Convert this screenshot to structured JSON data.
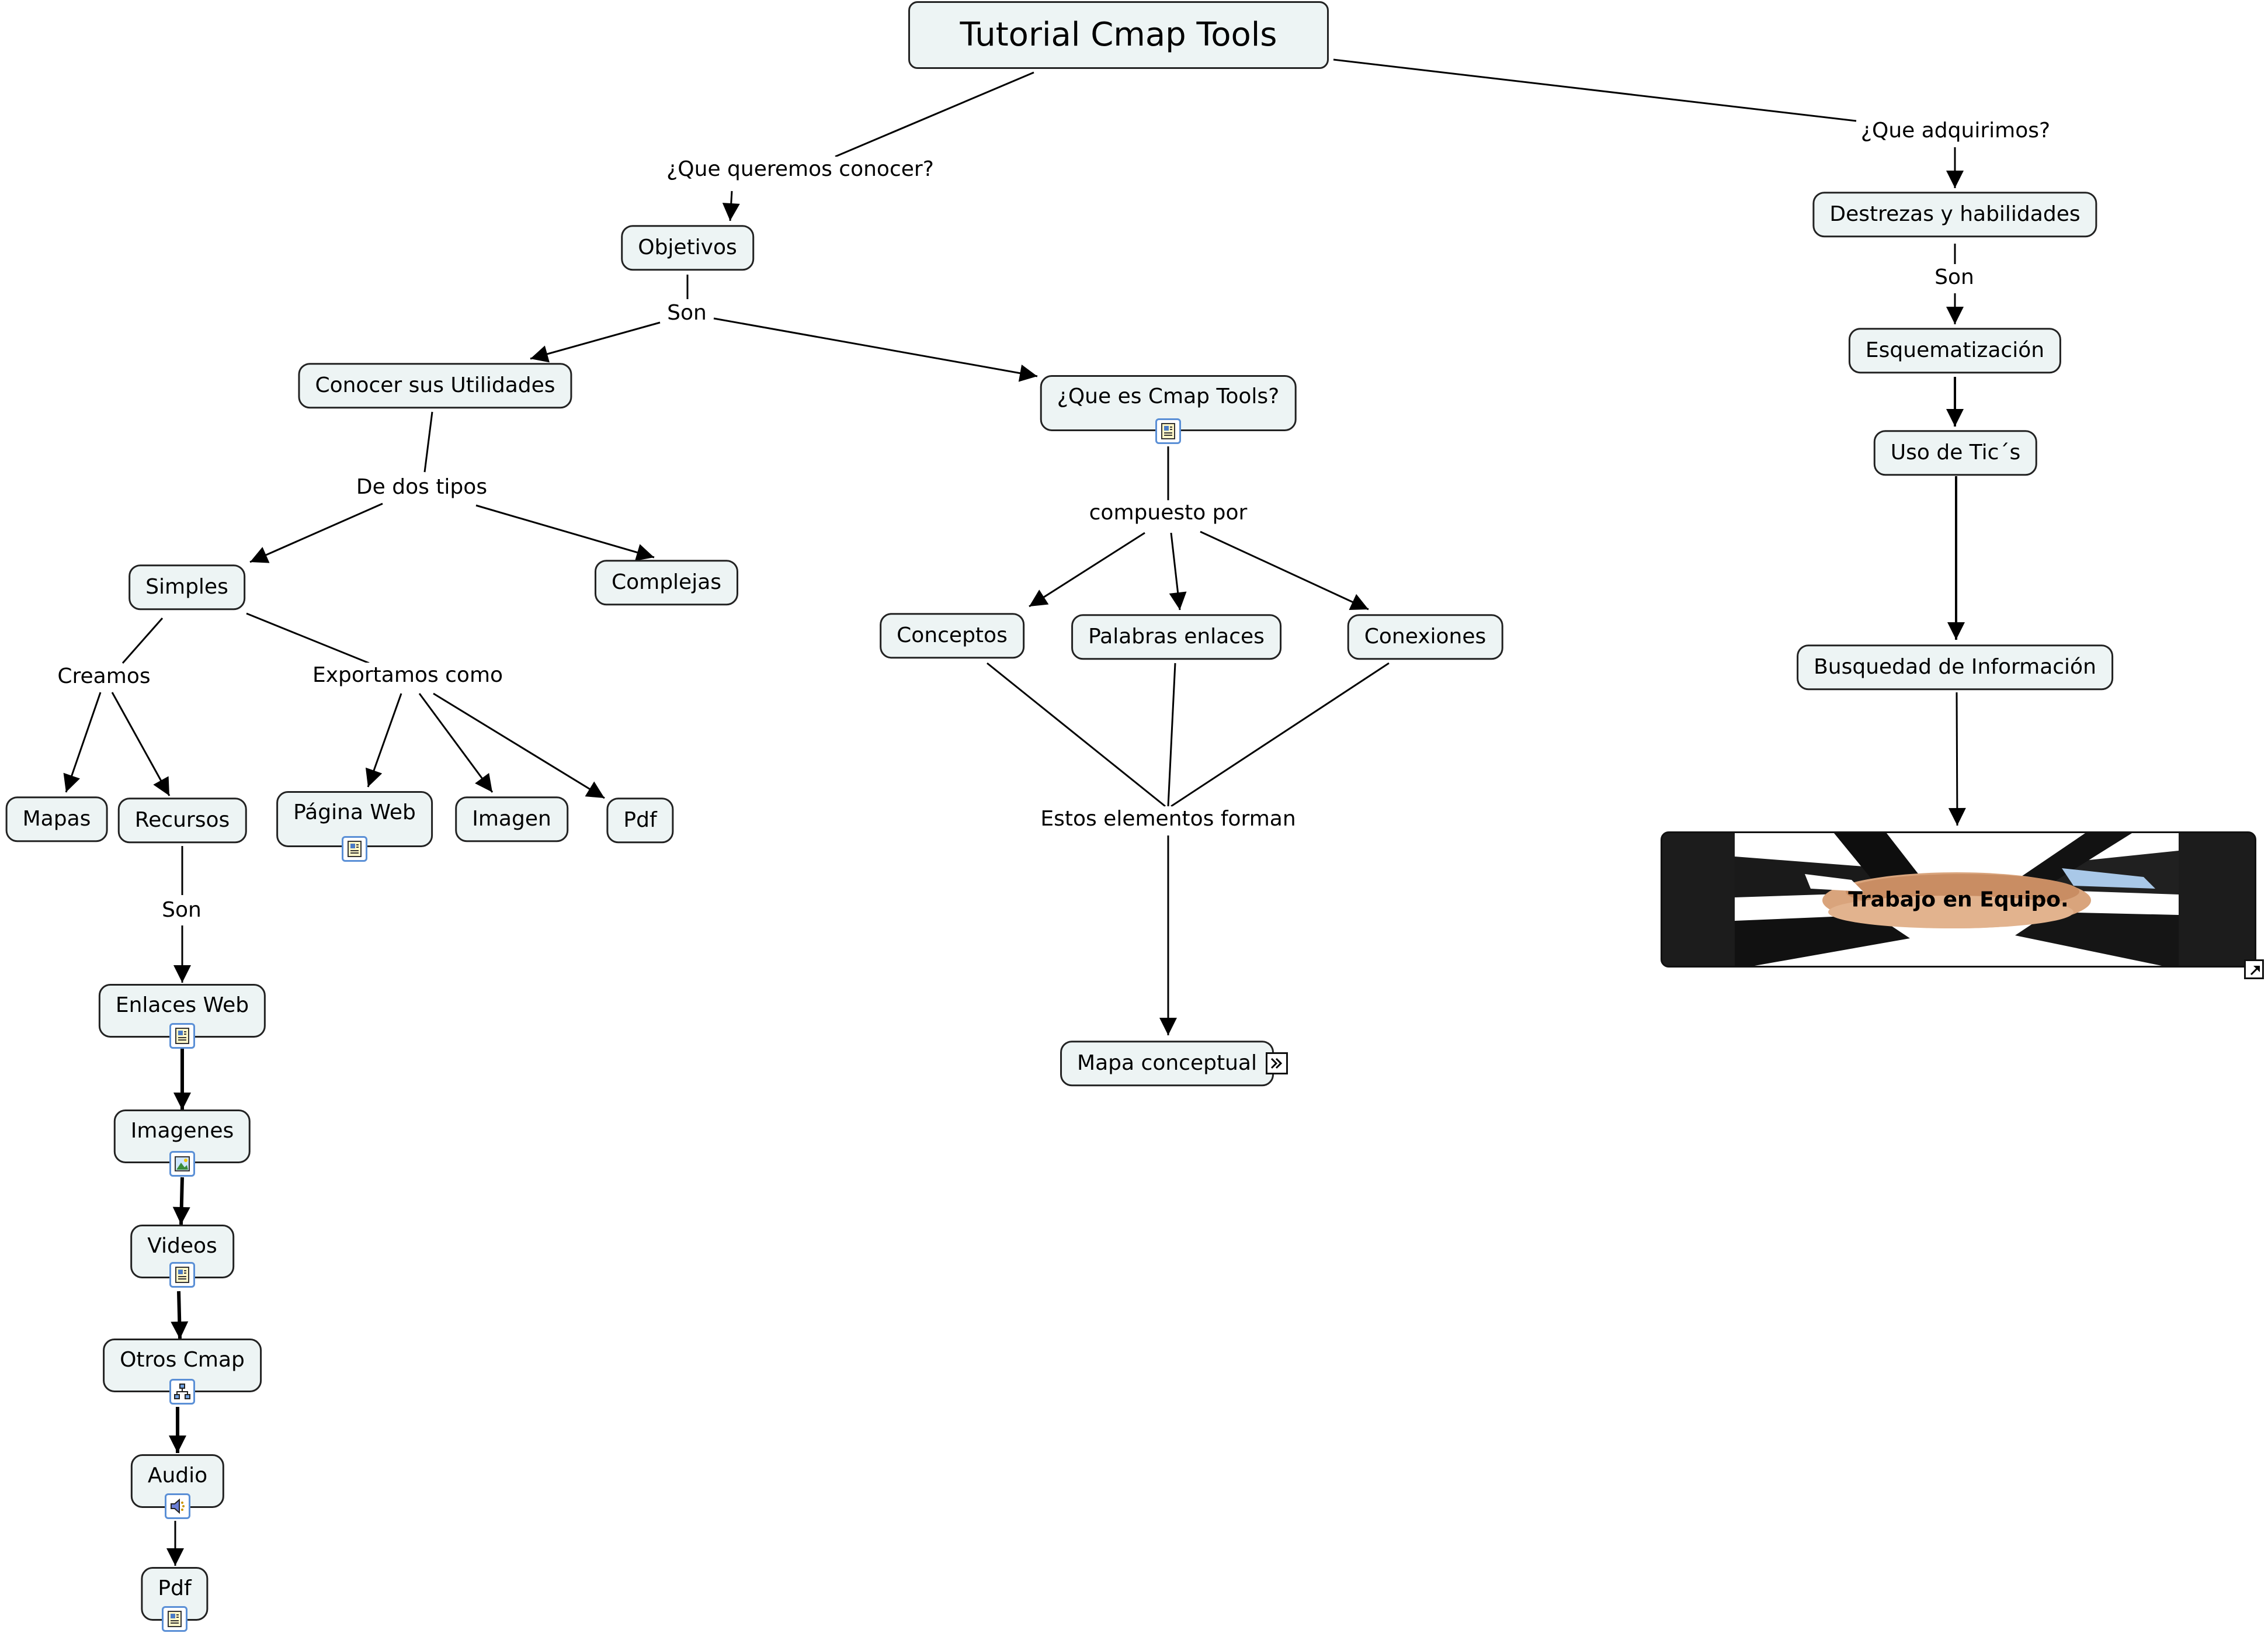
{
  "title": "Tutorial Cmap Tools",
  "concepts": {
    "objetivos": "Objetivos",
    "conocer_utilidades": "Conocer sus Utilidades",
    "que_es_cmap": "¿Que es Cmap Tools?",
    "simples": "Simples",
    "complejas": "Complejas",
    "mapas": "Mapas",
    "recursos": "Recursos",
    "pagina_web": "Página Web",
    "imagen": "Imagen",
    "pdf_export": "Pdf",
    "enlaces_web": "Enlaces Web",
    "imagenes": "Imagenes",
    "videos": "Videos",
    "otros_cmap": "Otros Cmap",
    "audio": "Audio",
    "pdf_resource": "Pdf",
    "conceptos": "Conceptos",
    "palabras_enlaces": "Palabras enlaces",
    "conexiones": "Conexiones",
    "mapa_conceptual": "Mapa conceptual",
    "destrezas": "Destrezas y habilidades",
    "esquematizacion": "Esquematización",
    "uso_tics": "Uso de Tic´s",
    "busqueda": "Busquedad de Información"
  },
  "links": {
    "que_queremos": "¿Que queremos conocer?",
    "que_adquirimos": "¿Que adquirimos?",
    "son_objetivos": "Son",
    "de_dos_tipos": "De dos tipos",
    "compuesto_por": "compuesto por",
    "creamos": "Creamos",
    "exportamos_como": "Exportamos como",
    "son_recursos": "Son",
    "estos_elementos": "Estos elementos forman",
    "son_destrezas": "Son"
  },
  "image_caption": "Trabajo en Equipo.",
  "icons": {
    "document": "document-resource-icon",
    "image": "image-resource-icon",
    "cmap": "cmap-resource-icon",
    "audio": "audio-resource-icon",
    "nested": "nested-map-icon",
    "expand": "expand-image-icon"
  }
}
